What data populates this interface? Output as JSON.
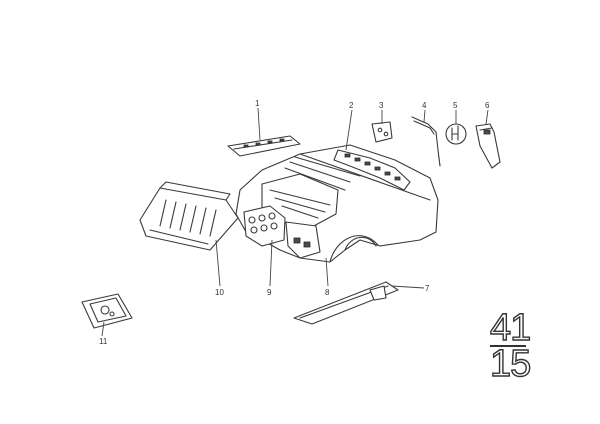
{
  "callouts": [
    {
      "number": "1"
    },
    {
      "number": "2"
    },
    {
      "number": "3"
    },
    {
      "number": "4"
    },
    {
      "number": "5"
    },
    {
      "number": "6"
    },
    {
      "number": "7"
    },
    {
      "number": "8"
    },
    {
      "number": "9"
    },
    {
      "number": "10"
    },
    {
      "number": "11"
    }
  ],
  "group_code": {
    "top": "41",
    "bottom": "15"
  },
  "colors": {
    "line": "#3a3a3a",
    "background": "#ffffff"
  }
}
